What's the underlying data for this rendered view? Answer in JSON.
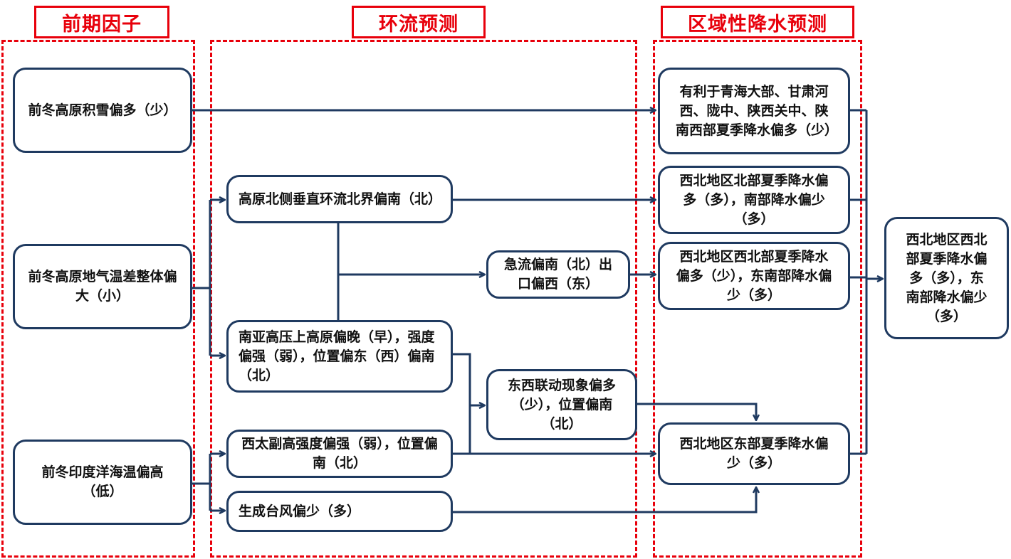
{
  "headers": {
    "antecedent": "前期因子",
    "circulation": "环流预测",
    "precip": "区域性降水预测"
  },
  "factors": [
    "前冬高原积雪偏多（少）",
    "前冬高原地气温差整体偏大（小）",
    "前冬印度洋海温偏高（低）"
  ],
  "circulation": {
    "vertical_circulation": "高原北侧垂直环流北界偏南（北）",
    "south_asia_high": "南亚高压上高原偏晚（早），强度偏强（弱），位置偏东（西）偏南（北）",
    "wpsh": "西太副高强度偏强（弱），位置偏南（北）",
    "typhoon": "生成台风偏少（多）",
    "jet": "急流偏南（北）出口偏西（东）",
    "teleconnection": "东西联动现象偏多（少），位置偏南（北）"
  },
  "precip": {
    "qinghai": "有利于青海大部、甘肃河西、陇中、陕西关中、陕南西部夏季降水偏多（少）",
    "north": "西北地区北部夏季降水偏多（多），南部降水偏少（多）",
    "northwest": "西北地区西北部夏季降水偏多（少），东南部降水偏少（多）",
    "east": "西北地区东部夏季降水偏少（多）",
    "final": "西北地区西北部夏季降水偏多（多），东南部降水偏少（多）"
  },
  "colors": {
    "frame": "#e8000b",
    "line": "#1f3a60"
  }
}
